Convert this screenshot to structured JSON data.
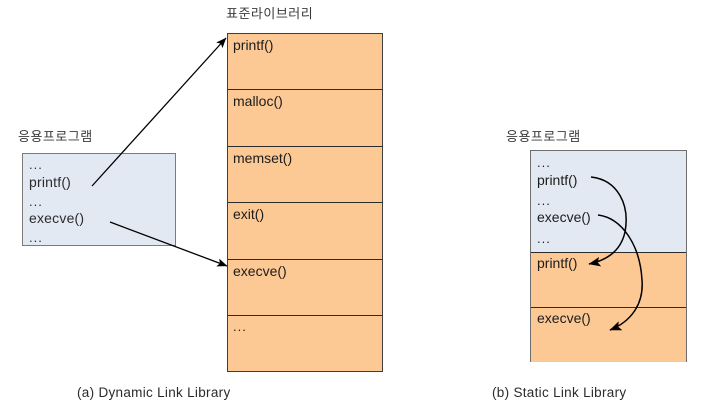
{
  "figure": {
    "panel_a": {
      "caption": "(a) Dynamic Link Library",
      "app_title": "응용프로그램",
      "library_title": "표준라이브러리",
      "app_lines": [
        "...",
        "printf()",
        "...",
        "execve()",
        "..."
      ],
      "library_cells": [
        "printf()",
        "malloc()",
        "memset()",
        "exit()",
        "execve()",
        "..."
      ],
      "arrows": [
        {
          "name": "printf-to-library",
          "from": "printf()",
          "to": "printf()"
        },
        {
          "name": "execve-to-library",
          "from": "execve()",
          "to": "execve()"
        }
      ]
    },
    "panel_b": {
      "caption": "(b) Static Link Library",
      "app_title": "응용프로그램",
      "app_lines": [
        "...",
        "printf()",
        "...",
        "execve()",
        "..."
      ],
      "linked_cells": [
        "printf()",
        "execve()"
      ],
      "arrows": [
        {
          "name": "printf-to-linked",
          "from": "printf()",
          "to": "printf()"
        },
        {
          "name": "execve-to-linked",
          "from": "execve()",
          "to": "execve()"
        }
      ]
    }
  },
  "colors": {
    "library_fill": "#FCC894",
    "app_fill": "#E3E9F3",
    "border": "#2B2B2B",
    "app_border": "#7B7B7B",
    "text": "#1C1C1C",
    "background": "#FFFFFF"
  }
}
